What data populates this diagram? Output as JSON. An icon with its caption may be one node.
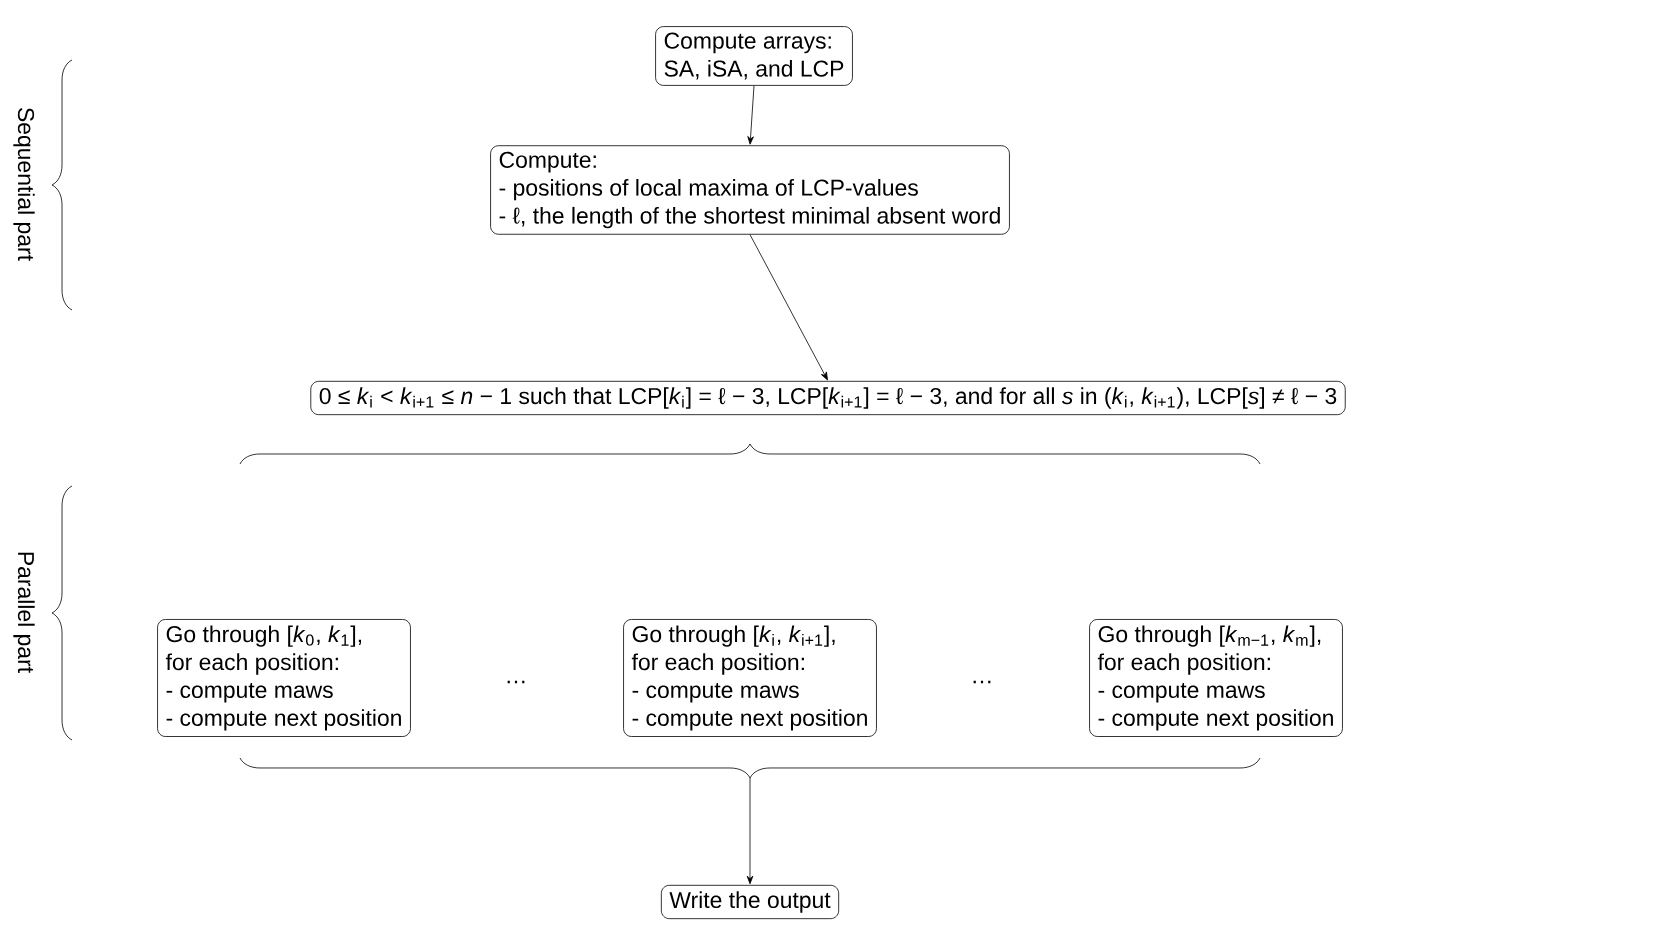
{
  "diagram": {
    "nodes": [
      {
        "text": [
          "Compute arrays:",
          "SA, iSA, and LCP"
        ]
      },
      {
        "text": [
          "Compute:",
          "- positions of local maxima of LCP-values",
          "- ℓ, the length of the shortest minimal absent word"
        ]
      },
      {
        "text": [
          "0 ≤ *k*$_{i}$ < *k*$_{i+1}$ ≤ *n* − 1 such that LCP[*k*$_{i}$] = ℓ − 3, LCP[*k*$_{i+1}$] = ℓ − 3, and for all *s* in (*k*$_{i}$, *k*$_{i+1}$), LCP[*s*] ≠ ℓ − 3"
        ]
      },
      {
        "text": [
          "Go through [*k*$_{0}$, *k*$_{1}$],",
          "for each position:",
          "- compute maws",
          "- compute next position"
        ]
      },
      {
        "text": [
          "Go through [*k*$_{i}$, *k*$_{i+1}$],",
          "for each position:",
          "- compute maws",
          "- compute next position"
        ]
      },
      {
        "text": [
          "Go through [*k*$_{m−1}$, *k*$_{m}$],",
          "for each position:",
          "- compute maws",
          "- compute next position"
        ]
      },
      {
        "text": [
          "Write the output"
        ]
      }
    ],
    "edges": [
      {
        "from": 0,
        "to": 1,
        "arrow": "to"
      },
      {
        "from": 1,
        "to": 2,
        "arrow": "to"
      },
      {
        "from": null,
        "to": 6,
        "arrow": "to"
      }
    ],
    "labels": [
      "Sequential part",
      "Parallel part",
      "…",
      "…"
    ]
  }
}
